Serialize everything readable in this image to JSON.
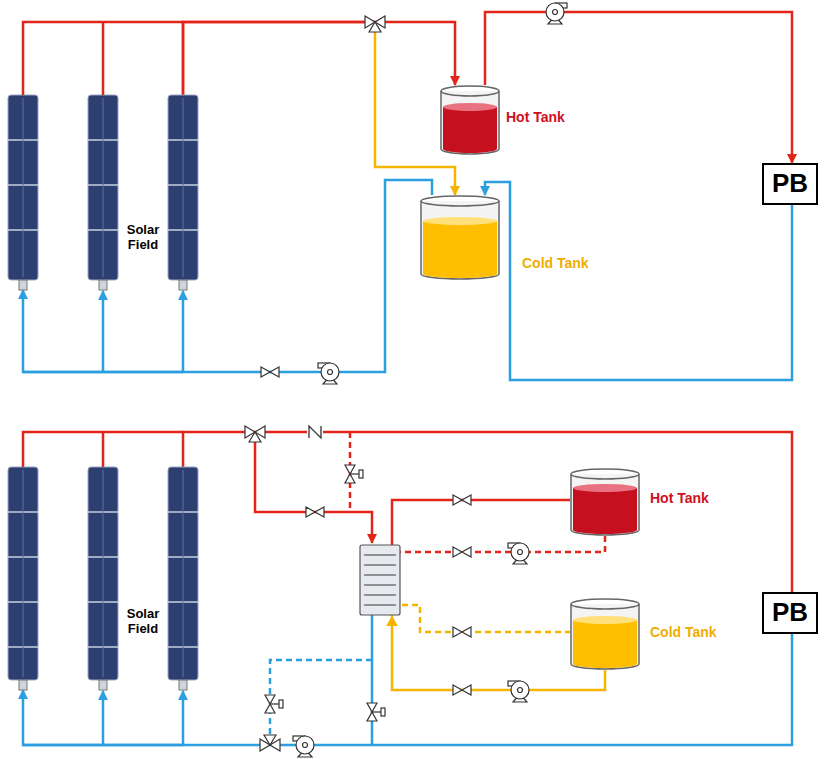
{
  "diagram": {
    "nodes": [
      {
        "text": [
          "Hot Tank"
        ]
      },
      {
        "text": [
          "Cold Tank"
        ]
      },
      {
        "text": [
          "PB"
        ]
      },
      {
        "text": [
          "Solar Field"
        ]
      },
      {
        "text": [
          "Hot Tank"
        ]
      },
      {
        "text": [
          "Cold Tank"
        ]
      },
      {
        "text": [
          "PB"
        ]
      },
      {
        "text": [
          "Solar Field"
        ]
      }
    ],
    "edges": [
      {
        "from": 3,
        "to": 0,
        "arrow": "to"
      },
      {
        "from": 3,
        "to": 1,
        "arrow": "to"
      },
      {
        "from": 0,
        "to": 2,
        "arrow": "to"
      },
      {
        "from": 2,
        "to": 1,
        "arrow": "to"
      },
      {
        "from": 1,
        "to": 3,
        "arrow": "to"
      },
      {
        "from": 7,
        "to": 6,
        "arrow": "none"
      },
      {
        "from": 6,
        "to": 7,
        "arrow": "to"
      },
      {
        "from": 5,
        "to": 4,
        "arrow": "none"
      },
      {
        "from": 4,
        "to": 5,
        "arrow": "none"
      }
    ]
  }
}
